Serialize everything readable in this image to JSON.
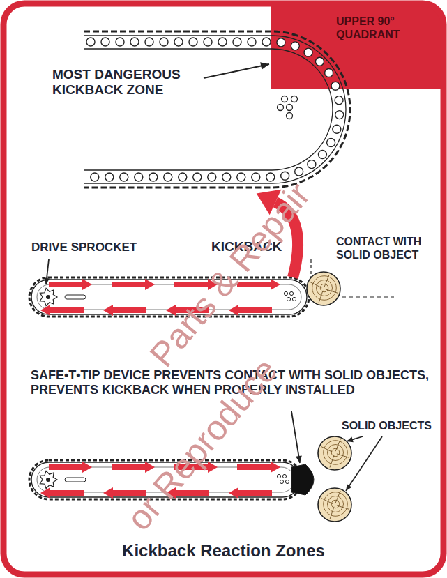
{
  "diagram": {
    "title": "Kickback Reaction Zones",
    "nodes": [
      {
        "text": [
          "UPPER 90° QUADRANT"
        ]
      }
    ],
    "labels": [
      "MOST DANGEROUS KICKBACK ZONE",
      "DRIVE SPROCKET",
      "KICKBACK",
      "CONTACT WITH SOLID OBJECT",
      "SAFE•T•TIP DEVICE PREVENTS CONTACT WITH SOLID OBJECTS, PREVENTS KICKBACK WHEN PROPERLY INSTALLED",
      "SOLID OBJECTS",
      "Parts & Repair",
      "or Reproduce"
    ]
  }
}
